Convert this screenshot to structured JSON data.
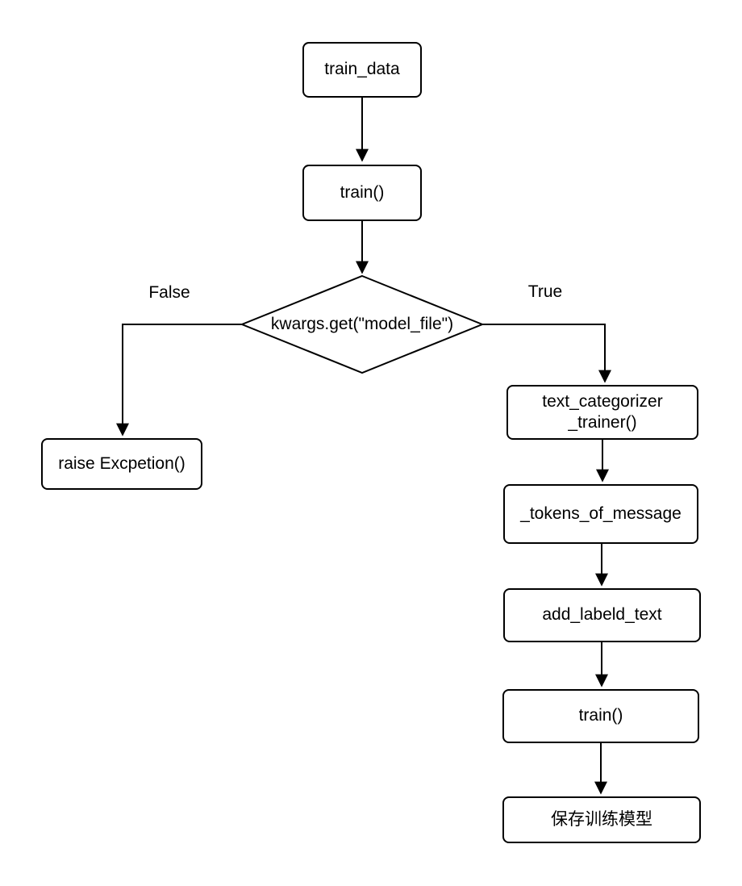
{
  "diagram": {
    "title": "text categorizer training flowchart",
    "colors": {
      "background": "#ffffff",
      "stroke": "#000000",
      "node_fill": "#ffffff",
      "text": "#000000"
    },
    "nodes": {
      "train_data": "train_data",
      "train_call": "train()",
      "decision": "kwargs.get(\"model_file\")",
      "raise_exception": "raise Excpetion()",
      "text_categorizer_trainer": "text_categorizer\n_trainer()",
      "tokens_of_message": "_tokens_of_message",
      "add_labeld_text": "add_labeld_text",
      "train_call_2": "train()",
      "save_model": "保存训练模型"
    },
    "edge_labels": {
      "false_branch": "False",
      "true_branch": "True"
    }
  }
}
